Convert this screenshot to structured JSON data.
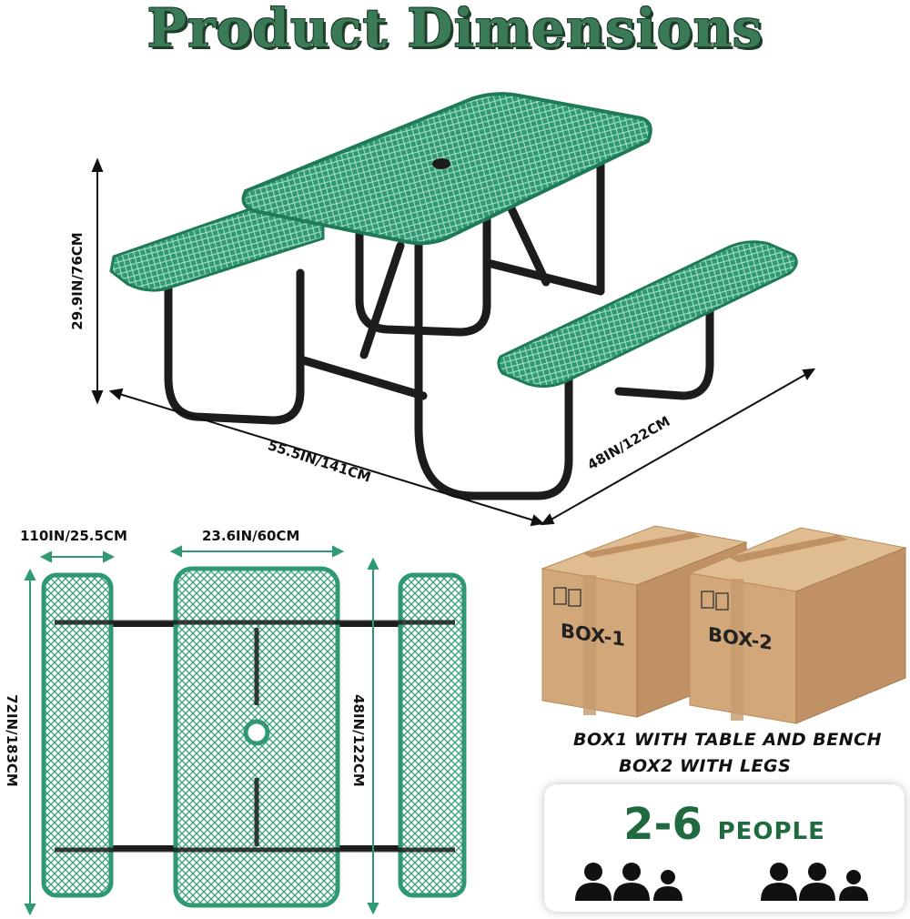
{
  "title": "Product Dimensions",
  "dimensions": {
    "height": "29.9IN/76CM",
    "length": "55.5IN/141CM",
    "depth": "48IN/122CM",
    "bench_width": "110IN/25.5CM",
    "table_width": "23.6IN/60CM",
    "overall_length": "72IN/183CM",
    "table_length": "48IN/122CM"
  },
  "boxes": {
    "box1_label": "BOX-1",
    "box2_label": "BOX-2",
    "note_line1": "BOX1 WITH TABLE AND BENCH",
    "note_line2": "BOX2 WITH LEGS"
  },
  "capacity": {
    "number": "2-6",
    "unit": "PEOPLE",
    "person_icon_count": 6
  },
  "colors": {
    "mesh_green": "#2f9a72",
    "frame_black": "#1c1c1c",
    "title_green": "#3b7a57",
    "box_brown": "#d2a87a"
  }
}
